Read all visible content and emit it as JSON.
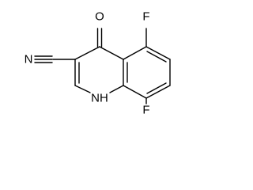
{
  "molecule": {
    "atoms": {
      "fluorine_top": "F",
      "oxygen": "O",
      "nitrogen_nitrile": "N",
      "fluorine_bottom": "F",
      "nh": "NH"
    }
  }
}
